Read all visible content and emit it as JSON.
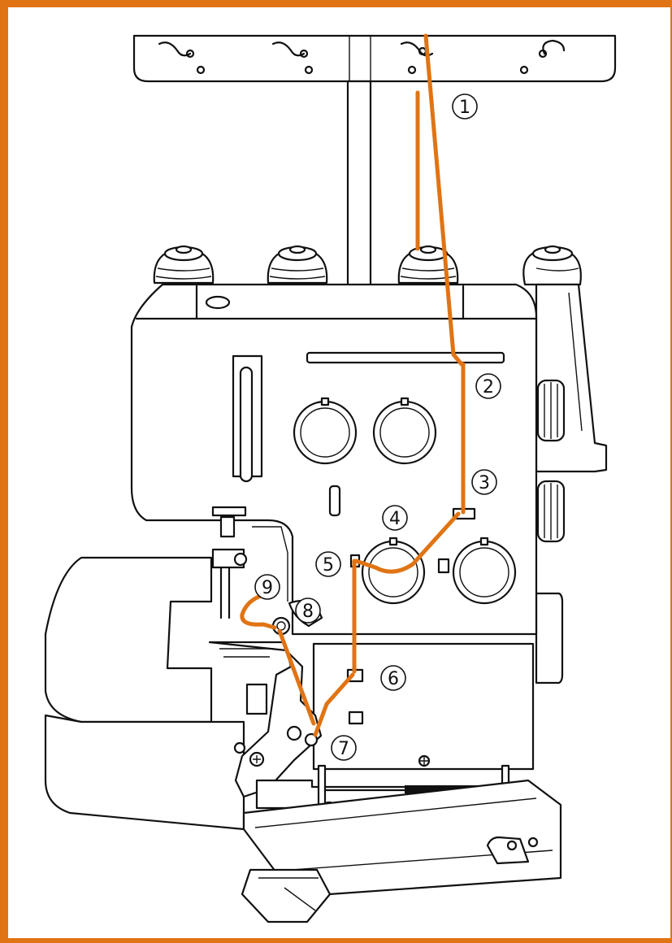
{
  "labels": {
    "l1": "1",
    "l2": "2",
    "l3": "3",
    "l4": "4",
    "l5": "5",
    "l6": "6",
    "l7": "7",
    "l8": "8",
    "l9": "9"
  },
  "colors": {
    "frame": "#e07414",
    "thread": "#e07414",
    "line": "#111111"
  }
}
